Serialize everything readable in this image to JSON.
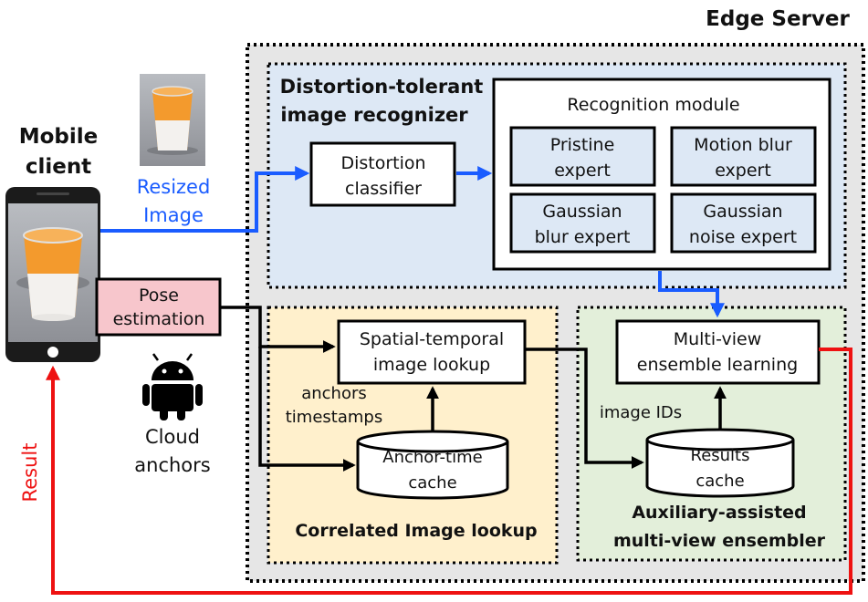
{
  "edge_server": {
    "title": "Edge Server"
  },
  "mobile": {
    "title_line1": "Mobile",
    "title_line2": "client",
    "pose_line1": "Pose",
    "pose_line2": "estimation",
    "cloud_line1": "Cloud",
    "cloud_line2": "anchors",
    "resized_line1": "Resized",
    "resized_line2": "Image",
    "result": "Result"
  },
  "recognizer": {
    "title_line1": "Distortion-tolerant",
    "title_line2": "image recognizer",
    "classifier_line1": "Distortion",
    "classifier_line2": "classifier",
    "module_title": "Recognition module",
    "experts": [
      {
        "line1": "Pristine",
        "line2": "expert"
      },
      {
        "line1": "Motion blur",
        "line2": "expert"
      },
      {
        "line1": "Gaussian",
        "line2": "blur expert"
      },
      {
        "line1": "Gaussian",
        "line2": "noise expert"
      }
    ]
  },
  "lookup": {
    "title": "Correlated Image lookup",
    "spatial_line1": "Spatial-temporal",
    "spatial_line2": "image lookup",
    "edge_label_line1": "anchors",
    "edge_label_line2": "timestamps",
    "cache_line1": "Anchor-time",
    "cache_line2": "cache"
  },
  "ensembler": {
    "title_line1": "Auxiliary-assisted",
    "title_line2": "multi-view ensembler",
    "mv_line1": "Multi-view",
    "mv_line2": "ensemble learning",
    "edge_label": "image IDs",
    "cache_line1": "Results",
    "cache_line2": "cache"
  },
  "colors": {
    "blue_arrow": "#1a5cff",
    "red_arrow": "#ee1111",
    "recognizer_bg": "#dde8f5",
    "lookup_bg": "#fff0cc",
    "ensembler_bg": "#e3efda",
    "pose_bg": "#f7c6cc",
    "edge_bg": "#e6e6e6",
    "cup_orange": "#f39a2d"
  }
}
